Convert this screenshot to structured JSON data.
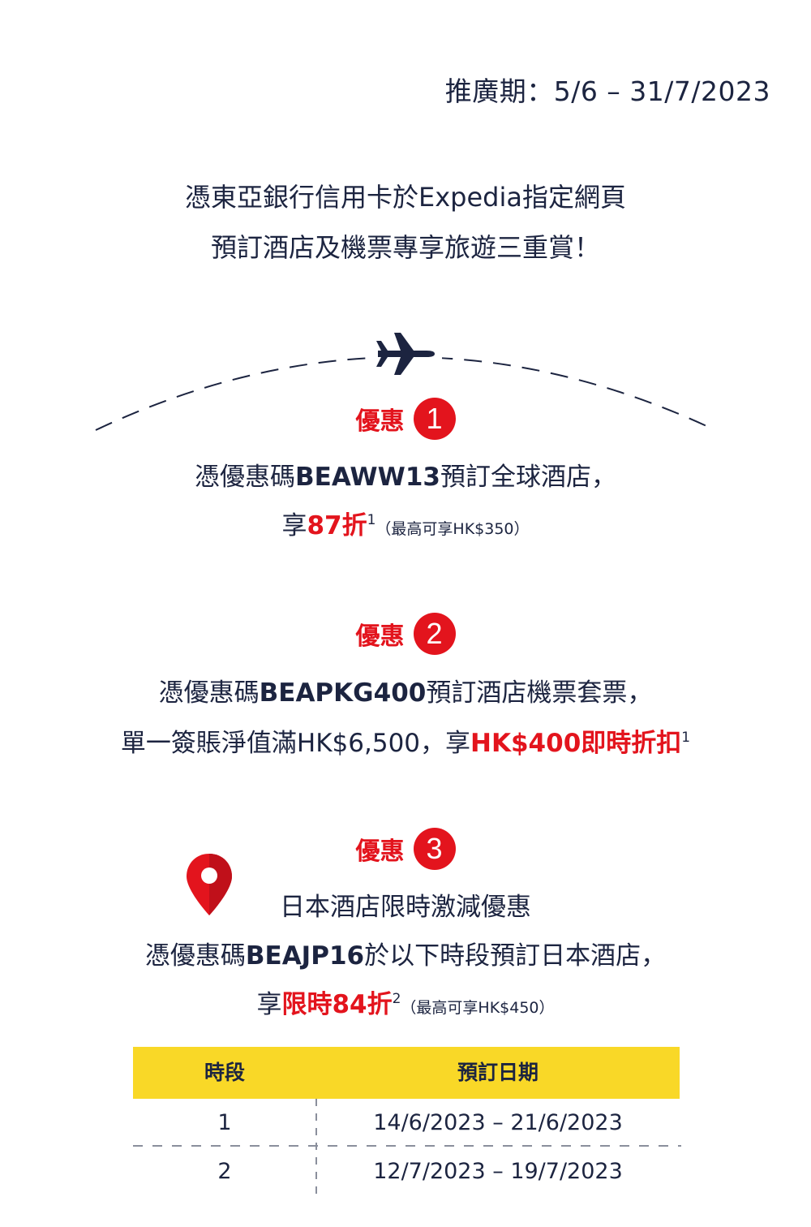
{
  "promo_period": "推廣期：5/6 – 31/7/2023",
  "headline": {
    "line1": "憑東亞銀行信用卡於Expedia指定網頁",
    "line2": "預訂酒店及機票專享旅遊三重賞！"
  },
  "offers": [
    {
      "label": "優惠",
      "number": "1",
      "line1_pre": "憑優惠碼",
      "code": "BEAWW13",
      "line1_post": "預訂全球酒店，",
      "line2_pre": "享",
      "highlight": "87折",
      "note_ref": "1",
      "cap": "（最高可享HK$350）"
    },
    {
      "label": "優惠",
      "number": "2",
      "line1_pre": "憑優惠碼",
      "code": "BEAPKG400",
      "line1_post": "預訂酒店機票套票，",
      "line2_pre": "單一簽賬淨值滿HK$6,500，享",
      "highlight": "HK$400即時折扣",
      "note_ref": "1"
    },
    {
      "label": "優惠",
      "number": "3",
      "subtitle": "日本酒店限時激減優惠",
      "line1_pre": "憑優惠碼",
      "code": "BEAJP16",
      "line1_post": "於以下時段預訂日本酒店，",
      "line2_pre": "享",
      "highlight": "限時84折",
      "note_ref": "2",
      "cap": "（最高可享HK$450）"
    }
  ],
  "table": {
    "headers": [
      "時段",
      "預訂日期"
    ],
    "rows": [
      [
        "1",
        "14/6/2023 – 21/6/2023"
      ],
      [
        "2",
        "12/7/2023 – 19/7/2023"
      ]
    ]
  },
  "icons": {
    "plane": "airplane-icon",
    "pin": "location-pin-icon"
  },
  "colors": {
    "accent": "#e3141d",
    "table_header": "#f9d827",
    "text": "#1c2440"
  }
}
